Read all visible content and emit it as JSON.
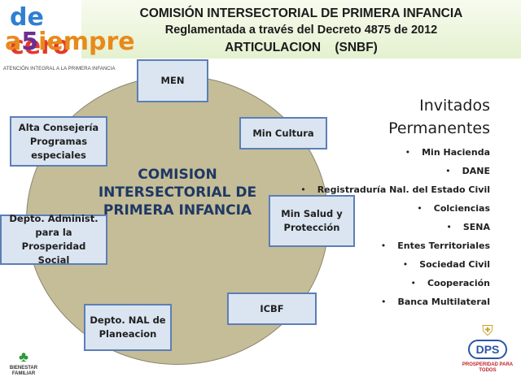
{
  "header": {
    "title": "COMISIÓN INTERSECTORIAL DE PRIMERA INFANCIA",
    "subtitle": "Reglamentada a través del Decreto 4875 de 2012",
    "section": "ARTICULACION    (SNBF)"
  },
  "logo": {
    "line1": "de cero",
    "line2": "a Siempre",
    "tagline": "ATENCIÓN INTEGRAL A LA PRIMERA INFANCIA"
  },
  "center": {
    "label": "COMISION INTERSECTORIAL DE PRIMERA INFANCIA"
  },
  "members": [
    {
      "label": "MEN"
    },
    {
      "label": "Min Cultura"
    },
    {
      "label": "Min Salud y Protección"
    },
    {
      "label": "ICBF"
    },
    {
      "label": "Depto. NAL de Planeacion"
    },
    {
      "label": "Depto.  Administ. para la Prosperidad Social"
    },
    {
      "label": "Alta Consejería Programas especiales"
    }
  ],
  "invitados": {
    "heading": "Invitados Permanentes",
    "items": [
      "Min Hacienda",
      "DANE",
      "Registraduría  Nal. del Estado Civil",
      "Colciencias",
      "SENA",
      "Entes Territoriales",
      "Sociedad Civil",
      "Cooperación",
      "Banca Multilateral"
    ]
  },
  "footer_logos": {
    "bienestar": "BIENESTAR FAMILIAR",
    "dps": "DPS",
    "dps_tagline": "PROSPERIDAD PARA TODOS"
  },
  "colors": {
    "circle": "#c4bd97",
    "box_fill": "#dbe5f1",
    "box_border": "#5b7fb5",
    "center_text": "#1f3864"
  }
}
